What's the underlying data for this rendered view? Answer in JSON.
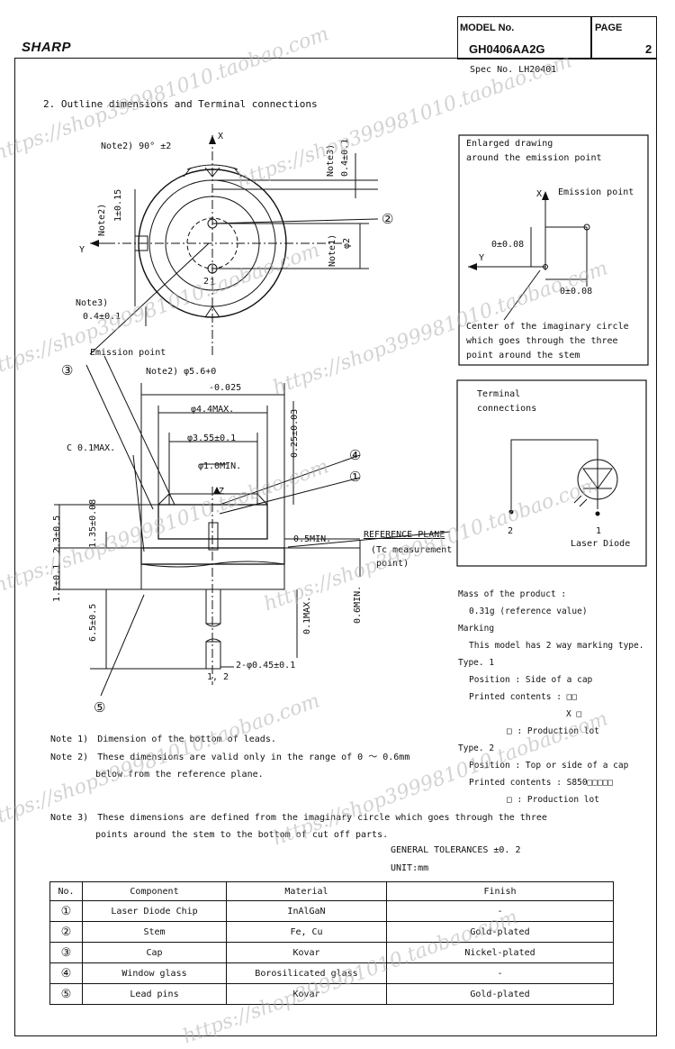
{
  "header": {
    "logo": "SHARP",
    "model_label": "MODEL No.",
    "model_value": "GH0406AA2G",
    "page_label": "PAGE",
    "page_value": "2",
    "spec": "Spec No. LH20401"
  },
  "section_title": "2. Outline dimensions and Terminal connections",
  "drawing": {
    "note2_angle": "Note2) 90° ±2",
    "x_axis": "X",
    "y_axis": "Y",
    "z_axis": "Z",
    "dim_1": "1±0.15",
    "note2_side": "Note2)",
    "note3_top": "Note3)",
    "dim_top_04": "0.4±0.1",
    "note1_side": "Note1)",
    "phi2": "φ2",
    "circ_2": "②",
    "label_2": "2",
    "label_1": "1",
    "note3_left": "Note3)",
    "dim_left_04": "0.4±0.1",
    "emission_point": "Emission point",
    "circ_3": "③",
    "circ_4": "④",
    "circ_1": "①",
    "circ_5": "⑤",
    "note2_phi56": "Note2) φ5.6+0",
    "dim_neg025": "-0.025",
    "phi44": "φ4.4MAX.",
    "phi355": "φ3.55±0.1",
    "phi10": "φ1.0MIN.",
    "dim_025": "0.25±0.03",
    "c01": "C 0.1MAX.",
    "dim_23": "2.3±0.5",
    "dim_135": "1.35±0.08",
    "dim_12": "1.2±0.1",
    "dim_65": "6.5±0.5",
    "dim_05min": "0.5MIN.",
    "ref_plane": "REFERENCE PLANE",
    "tc_point_1": "(Tc measurement",
    "tc_point_2": "point)",
    "dim_01max": "0.1MAX.",
    "dim_06min": "0.6MIN.",
    "leads": "2-φ0.45±0.1",
    "leads_pins": "1, 2"
  },
  "enlarged": {
    "title_1": "Enlarged drawing",
    "title_2": "around the emission point",
    "x_axis": "X",
    "y_axis": "Y",
    "emission": "Emission point",
    "dim_v": "0±0.08",
    "dim_h": "0±0.08",
    "caption_1": "Center of the imaginary circle",
    "caption_2": "which goes through the three",
    "caption_3": "point around the stem"
  },
  "terminal": {
    "title_1": "Terminal",
    "title_2": "connections",
    "pin2": "2",
    "pin1": "1",
    "device": "Laser Diode"
  },
  "product_info": {
    "mass_label": "Mass of the product :",
    "mass_value": "0.31g (reference value)",
    "marking_label": "Marking",
    "marking_desc": "This model has 2 way marking type.",
    "type1": "Type. 1",
    "type1_position": "Position : Side of a cap",
    "type1_printed": "Printed contents : □□",
    "type1_x": "X □",
    "type1_lot": "□ :  Production lot",
    "type2": "Type. 2",
    "type2_position": "Position : Top or side of a cap",
    "type2_printed": "Printed contents :  S850□□□□□",
    "type2_lot": "□ :  Production lot"
  },
  "notes": [
    {
      "label": "Note 1)",
      "text": "Dimension of the bottom of leads.",
      "cont": ""
    },
    {
      "label": "Note 2)",
      "text": "These dimensions are valid only in the range of 0 ～ 0.6mm",
      "cont": "below from the reference plane."
    },
    {
      "label": "Note 3)",
      "text": "These dimensions are defined from the imaginary circle which goes through the three",
      "cont": "points around the stem to the bottom of cut off parts."
    }
  ],
  "tolerance": {
    "general": "GENERAL TOLERANCES ±0. 2",
    "unit": "UNIT:mm"
  },
  "table": {
    "headers": [
      "No.",
      "Component",
      "Material",
      "Finish"
    ],
    "rows": [
      [
        "①",
        "Laser Diode Chip",
        "InAlGaN",
        "-"
      ],
      [
        "②",
        "Stem",
        "Fe, Cu",
        "Gold-plated"
      ],
      [
        "③",
        "Cap",
        "Kovar",
        "Nickel-plated"
      ],
      [
        "④",
        "Window glass",
        "Borosilicated glass",
        "-"
      ],
      [
        "⑤",
        "Lead pins",
        "Kovar",
        "Gold-plated"
      ]
    ]
  },
  "watermark": "https://shop399981010.taobao.com"
}
